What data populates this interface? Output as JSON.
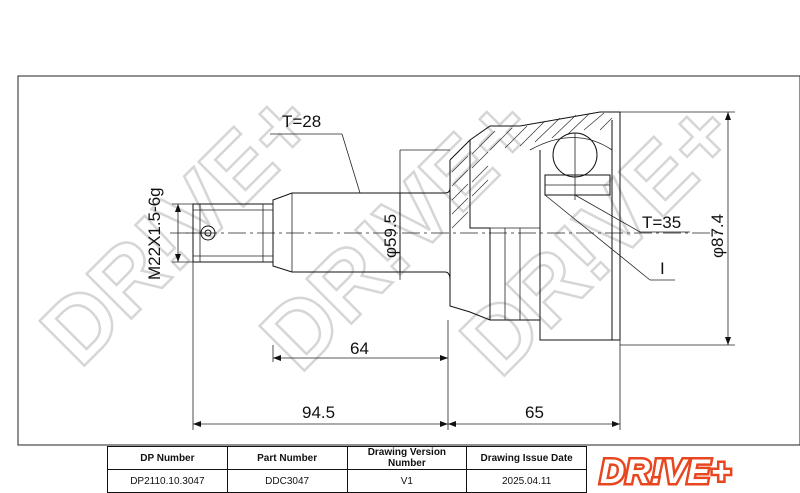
{
  "dimensions": {
    "t_stem": "T=28",
    "thread": "M22X1.5-6g",
    "phi_shaft": "φ59.5",
    "t_bore": "T=35",
    "marker": "I",
    "phi_outer": "φ87.4",
    "len_64": "64",
    "len_94_5": "94.5",
    "len_65": "65"
  },
  "watermark": "DR!VE+",
  "title_block": {
    "headers": [
      "DP Number",
      "Part Number",
      "Drawing Version Number",
      "Drawing Issue Date"
    ],
    "values": [
      "DP2110.10.3047",
      "DDC3047",
      "V1",
      "2025.04.11"
    ]
  },
  "brand": {
    "name": "DR!VE+",
    "color": "#e8461f"
  }
}
